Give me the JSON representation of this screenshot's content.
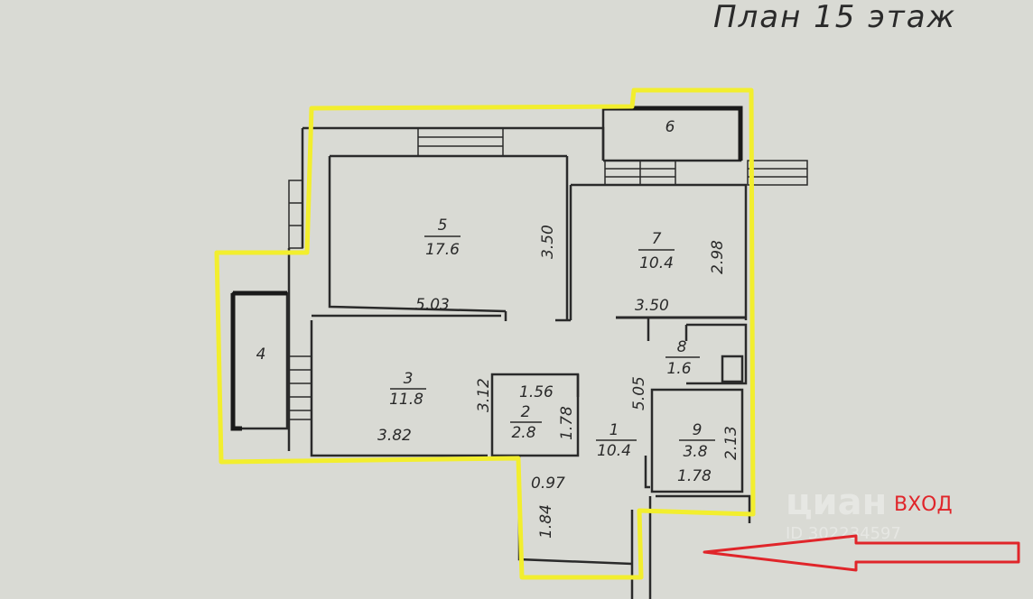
{
  "title": "План 15 этаж",
  "entry_label": "ВХОД",
  "watermark": {
    "brand": "циан",
    "id": "ID 302234597"
  },
  "colors": {
    "outline": "#f2ee2e",
    "arrow": "#e0252a",
    "walls": "#2a2a2a"
  },
  "rooms": [
    {
      "number": "5",
      "area": "17.6"
    },
    {
      "number": "7",
      "area": "10.4"
    },
    {
      "number": "6",
      "area": ""
    },
    {
      "number": "4",
      "area": ""
    },
    {
      "number": "3",
      "area": "11.8"
    },
    {
      "number": "2",
      "area": "2.8"
    },
    {
      "number": "1",
      "area": "10.4"
    },
    {
      "number": "8",
      "area": "1.6"
    },
    {
      "number": "9",
      "area": "3.8"
    }
  ],
  "dimensions": [
    "3.50",
    "2.98",
    "5.03",
    "3.50",
    "3.12",
    "1.56",
    "1.78",
    "5.05",
    "2.13",
    "1.78",
    "3.82",
    "0.97",
    "1.84"
  ]
}
